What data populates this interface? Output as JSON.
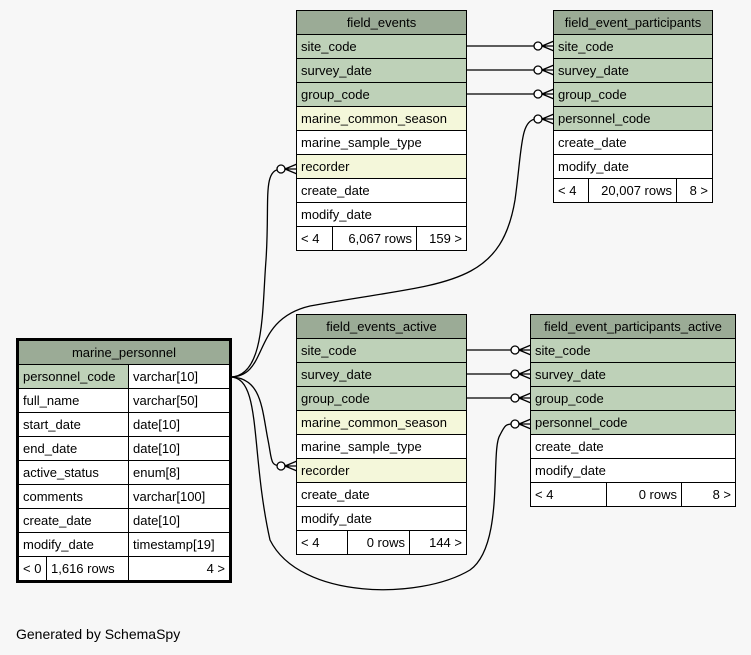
{
  "generated_by": "Generated by SchemaSpy",
  "tables": {
    "field_events": {
      "name": "field_events",
      "columns": [
        "site_code",
        "survey_date",
        "group_code",
        "marine_common_season",
        "marine_sample_type",
        "recorder",
        "create_date",
        "modify_date"
      ],
      "footer": {
        "parents": "< 4",
        "rows": "6,067 rows",
        "children": "159 >"
      }
    },
    "field_event_participants": {
      "name": "field_event_participants",
      "columns": [
        "site_code",
        "survey_date",
        "group_code",
        "personnel_code",
        "create_date",
        "modify_date"
      ],
      "footer": {
        "parents": "< 4",
        "rows": "20,007 rows",
        "children": "8 >"
      }
    },
    "field_events_active": {
      "name": "field_events_active",
      "columns": [
        "site_code",
        "survey_date",
        "group_code",
        "marine_common_season",
        "marine_sample_type",
        "recorder",
        "create_date",
        "modify_date"
      ],
      "footer": {
        "parents": "< 4",
        "rows": "0 rows",
        "children": "144 >"
      }
    },
    "field_event_participants_active": {
      "name": "field_event_participants_active",
      "columns": [
        "site_code",
        "survey_date",
        "group_code",
        "personnel_code",
        "create_date",
        "modify_date"
      ],
      "footer": {
        "parents": "< 4",
        "rows": "0 rows",
        "children": "8 >"
      }
    },
    "marine_personnel": {
      "name": "marine_personnel",
      "columns": [
        {
          "name": "personnel_code",
          "type": "varchar[10]"
        },
        {
          "name": "full_name",
          "type": "varchar[50]"
        },
        {
          "name": "start_date",
          "type": "date[10]"
        },
        {
          "name": "end_date",
          "type": "date[10]"
        },
        {
          "name": "active_status",
          "type": "enum[8]"
        },
        {
          "name": "comments",
          "type": "varchar[100]"
        },
        {
          "name": "create_date",
          "type": "date[10]"
        },
        {
          "name": "modify_date",
          "type": "timestamp[19]"
        }
      ],
      "footer": {
        "parents": "< 0",
        "rows": "1,616 rows",
        "children": "4 >"
      }
    }
  },
  "colors": {
    "header": "#9bab96",
    "key": "#bed1b8",
    "indexed": "#f4f7da",
    "background": "#f7f7f7"
  }
}
